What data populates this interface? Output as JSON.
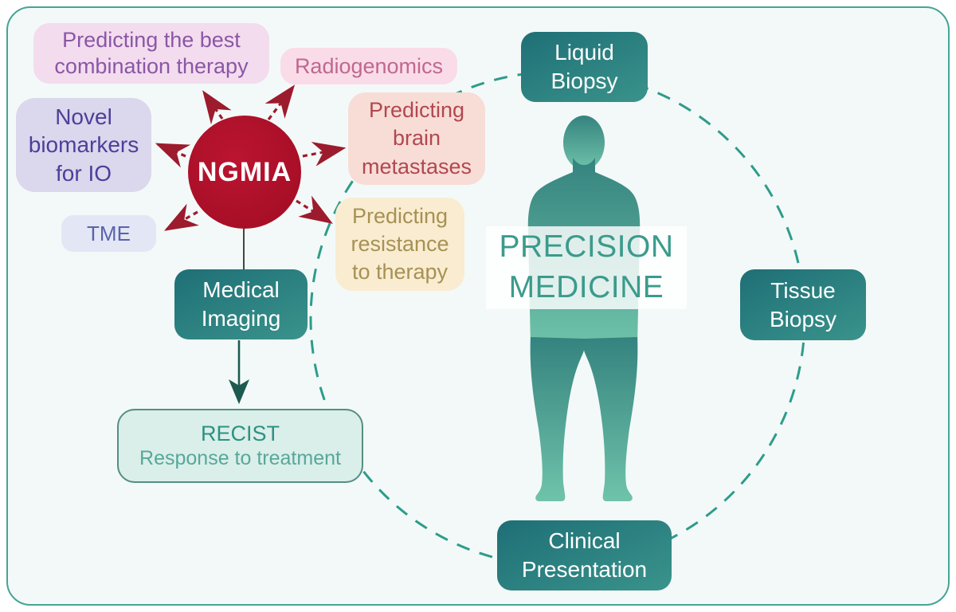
{
  "figure": {
    "type": "concept-diagram",
    "title": "NGMIA and Precision Medicine cycle"
  },
  "hub": {
    "label": "NGMIA"
  },
  "nodes": {
    "combination_therapy": {
      "label": "Predicting the best\ncombination therapy"
    },
    "radiogenomics": {
      "label": "Radiogenomics"
    },
    "novel_biomarkers": {
      "label": "Novel\nbiomarkers\nfor IO"
    },
    "tme": {
      "label": "TME"
    },
    "brain_metastases": {
      "label": "Predicting\nbrain\nmetastases"
    },
    "resistance_therapy": {
      "label": "Predicting\nresistance\nto therapy"
    },
    "medical_imaging": {
      "label": "Medical\nImaging"
    },
    "recist": {
      "title": "RECIST",
      "subtitle": "Response to treatment"
    },
    "liquid_biopsy": {
      "label": "Liquid\nBiopsy"
    },
    "tissue_biopsy": {
      "label": "Tissue\nBiopsy"
    },
    "clinical_presentation": {
      "label": "Clinical\nPresentation"
    },
    "precision_medicine": {
      "label": "PRECISION\nMEDICINE"
    }
  },
  "edges": [
    {
      "source": "NGMIA",
      "target": "Predicting the best combination therapy",
      "type": "red-dashed-arrow"
    },
    {
      "source": "NGMIA",
      "target": "Radiogenomics",
      "type": "red-dashed-arrow"
    },
    {
      "source": "NGMIA",
      "target": "Novel biomarkers for IO",
      "type": "red-dashed-arrow"
    },
    {
      "source": "NGMIA",
      "target": "TME",
      "type": "red-dashed-arrow"
    },
    {
      "source": "NGMIA",
      "target": "Predicting brain metastases",
      "type": "red-dashed-arrow"
    },
    {
      "source": "NGMIA",
      "target": "Predicting resistance to therapy",
      "type": "red-dashed-arrow"
    },
    {
      "source": "NGMIA",
      "target": "Medical Imaging",
      "type": "solid-line"
    },
    {
      "source": "Medical Imaging",
      "target": "RECIST",
      "type": "solid-arrow"
    },
    {
      "cycle": [
        "Liquid Biopsy",
        "Tissue Biopsy",
        "Clinical Presentation",
        "RECIST",
        "Medical Imaging"
      ],
      "type": "teal-dashed-circle"
    }
  ],
  "colors": {
    "card_bg": "#f3f9f8",
    "card_border": "#45a495",
    "hub_red": "#a80f27",
    "hub_red_light": "#bb1431",
    "arrow_red": "#9c1b2d",
    "circle_teal": "#2d9c8b",
    "line_dark": "#3c4a42",
    "arrow_teal": "#1c5a50",
    "teal_box_dark": "#1e6f76",
    "teal_box_light": "#3a938b",
    "body_top": "#35837f",
    "body_bottom": "#6fc3aa",
    "precision_text": "#3b9b8c",
    "combination_bg": "#f3dcee",
    "combination_text": "#8a57a6",
    "radiogenomics_bg": "#fadce8",
    "radiogenomics_text": "#c0688f",
    "novel_bg": "#dbd7ec",
    "novel_text": "#4c3f9a",
    "tme_bg": "#e3e7f5",
    "tme_text": "#5b63ab",
    "brain_bg": "#f7ddd6",
    "brain_text": "#b24750",
    "resistance_bg": "#f9ecd1",
    "resistance_text": "#a79153",
    "recist_bg": "#daeeea",
    "recist_border": "#548e84",
    "recist_title": "#2d9183",
    "recist_sub": "#57a89a"
  }
}
